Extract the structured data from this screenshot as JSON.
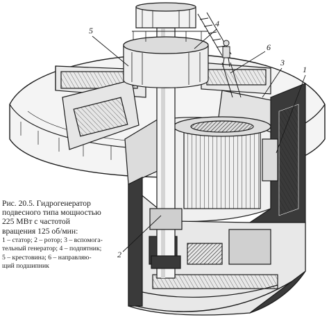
{
  "caption": {
    "lines": [
      "Рис. 20.5. Гидрогенератор",
      "подвесного типа мощностью",
      "225 МВт с частотой",
      "вращения 125 об/мин:"
    ]
  },
  "legend": {
    "lines": [
      "1 – статор; 2 – ротор; 3 – вспомога-",
      "тельный генератор; 4 – подпятник;",
      "5 – крестовина; 6 – направляю-",
      "щий подшипник"
    ]
  },
  "callouts": [
    "1",
    "2",
    "3",
    "4",
    "5",
    "6"
  ],
  "colors": {
    "ink": "#1a1a1a",
    "paper": "#ffffff",
    "shade": "#3a3a3a"
  }
}
